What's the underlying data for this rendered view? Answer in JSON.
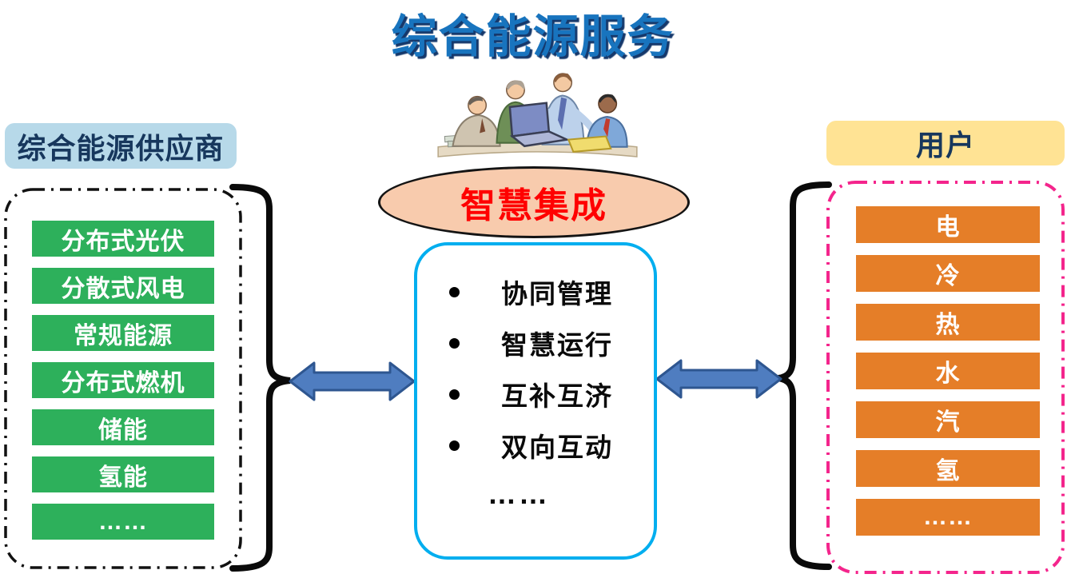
{
  "title": "综合能源服务",
  "supplier": {
    "label": "综合能源供应商",
    "items": [
      "分布式光伏",
      "分散式风电",
      "常规能源",
      "分布式燃机",
      "储能",
      "氢能",
      "……"
    ]
  },
  "center": {
    "ellipse_label": "智慧集成",
    "bullets": [
      "协同管理",
      "智慧运行",
      "互补互济",
      "双向互动"
    ],
    "ellipsis": "……"
  },
  "user": {
    "label": "用户",
    "items": [
      "电",
      "冷",
      "热",
      "水",
      "汽",
      "氢",
      "……"
    ]
  },
  "icons": {
    "clipart": "people-meeting-clipart",
    "left_connector": "double-headed-arrow",
    "right_connector": "double-headed-arrow",
    "left_group": "curly-brace-right",
    "right_group": "curly-brace-left"
  },
  "colors": {
    "title_blue": "#1874BE",
    "label_navy": "#17375D",
    "supplier_label_bg": "#B7D9E9",
    "user_label_bg": "#FFE394",
    "supplier_item_green": "#2DB05B",
    "user_item_orange": "#E57E28",
    "ellipse_fill": "#F8CBAD",
    "ellipse_text_red": "#FF0000",
    "center_box_border": "#00AEEF",
    "arrow_fill": "#4F7DC0",
    "arrow_stroke": "#2E5690",
    "supplier_frame_border": "#111111",
    "user_frame_border": "#F4258C",
    "brace_color": "#0A0A0A"
  }
}
